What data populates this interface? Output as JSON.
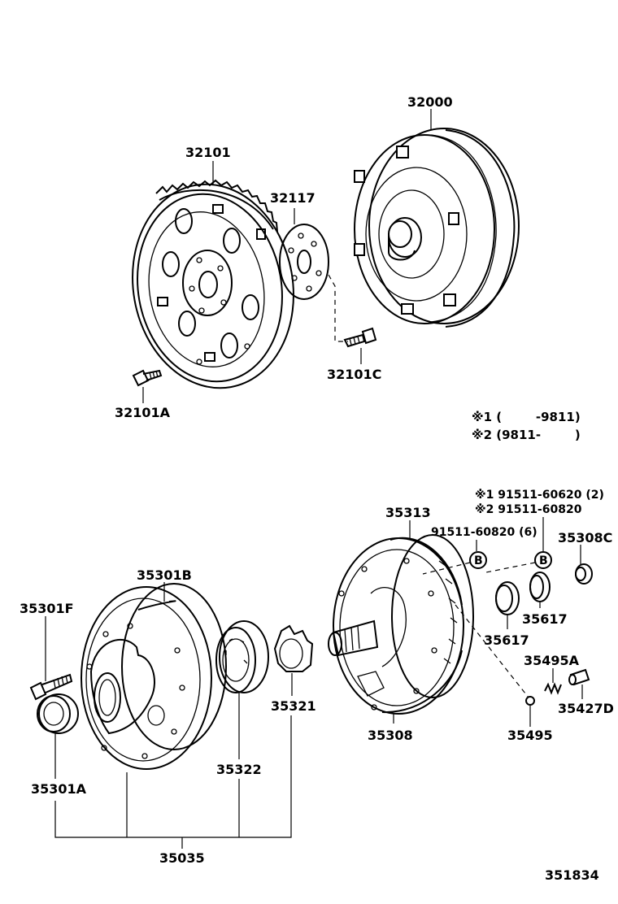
{
  "labels": {
    "p32000": "32000",
    "p32101": "32101",
    "p32117": "32117",
    "p32101C": "32101C",
    "p32101A": "32101A",
    "p35313": "35313",
    "p35308C": "35308C",
    "p35301B": "35301B",
    "p35301F": "35301F",
    "p35617a": "35617",
    "p35617b": "35617",
    "p35495A": "35495A",
    "p35427D": "35427D",
    "p35321": "35321",
    "p35308": "35308",
    "p35495": "35495",
    "p35322": "35322",
    "p35301A": "35301A",
    "p35035": "35035",
    "ref": "351834"
  },
  "notes": {
    "note1": "※1 (        -9811)",
    "note2": "※2 (9811-        )",
    "bolt_note1": "※1 91511-60620 (2)",
    "bolt_note2": "※2 91511-60820",
    "bolt_main": "91511-60820 (6)",
    "callout_b1": "B",
    "callout_b2": "B"
  }
}
